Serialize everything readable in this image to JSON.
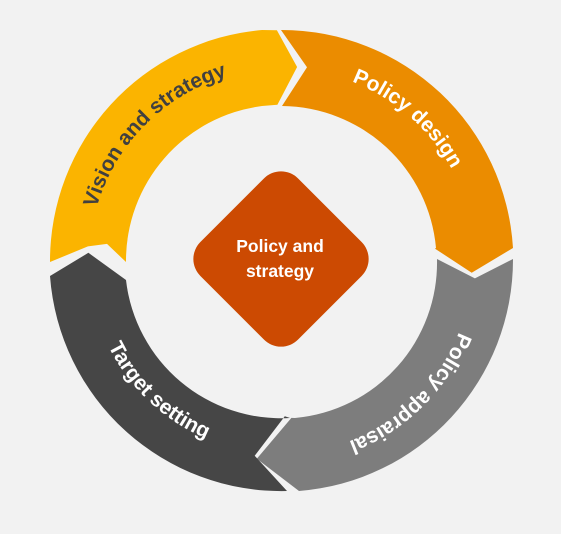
{
  "center": {
    "line1": "Policy and",
    "line2": "strategy",
    "color": "#cc4a02",
    "text_color": "#ffffff"
  },
  "segments": [
    {
      "label": "Vision and strategy",
      "color": "#fbb400",
      "text_color": "#404040"
    },
    {
      "label": "Policy design",
      "color": "#eb8c00",
      "text_color": "#ffffff"
    },
    {
      "label": "Policy appraisal",
      "color": "#7d7d7d",
      "text_color": "#ffffff"
    },
    {
      "label": "Target setting",
      "color": "#464646",
      "text_color": "#ffffff"
    }
  ],
  "background": "#f2f2f2"
}
